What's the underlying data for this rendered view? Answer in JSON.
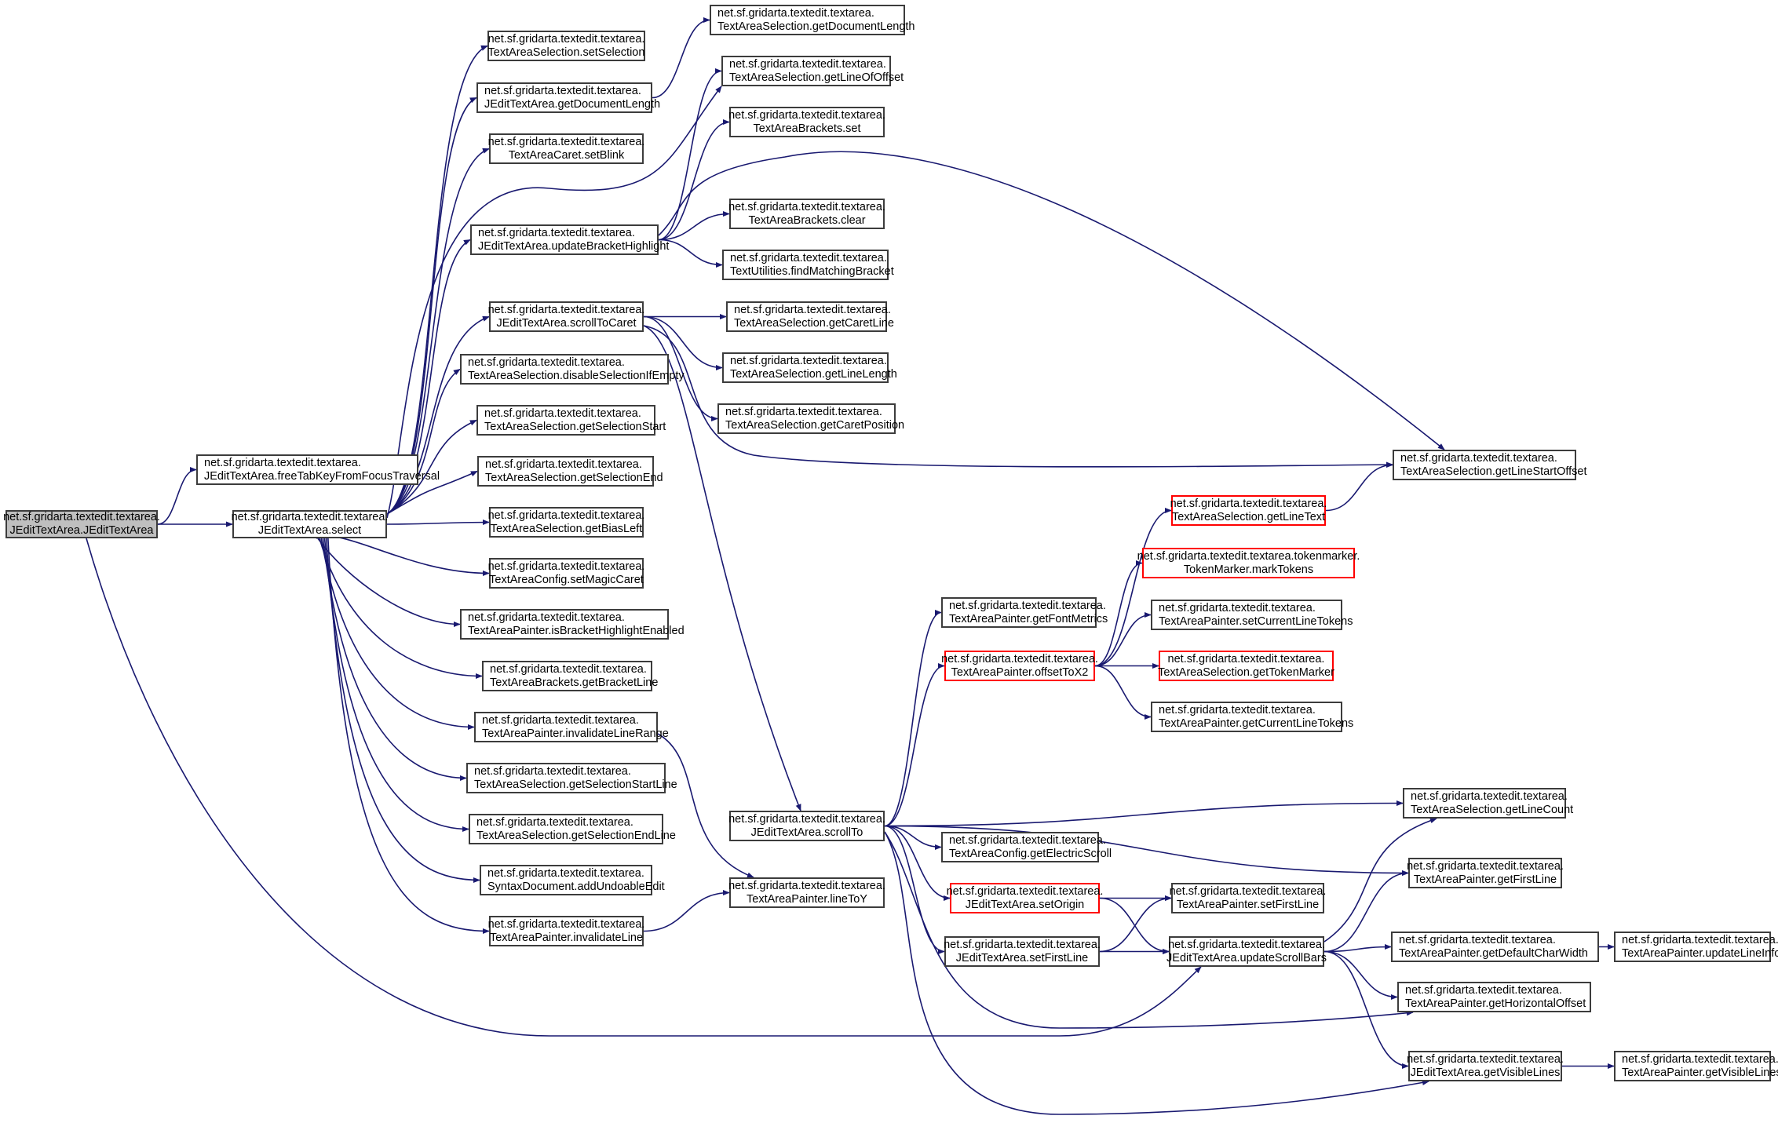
{
  "title": "Call graph of net.sf.gridarta.textedit.textarea.JEditTextArea.JEditTextArea",
  "colors": {
    "edge": "#191970",
    "root_fill": "#bfbfbf",
    "normal_border": "#3c3c3c",
    "truncated_border": "#ff0000"
  },
  "nodes": [
    {
      "id": "root",
      "line1": "net.sf.gridarta.textedit.textarea.",
      "line2": "JEditTextArea.JEditTextArea",
      "style": "root"
    },
    {
      "id": "freeTab",
      "line1": "net.sf.gridarta.textedit.textarea.",
      "line2": "JEditTextArea.freeTabKeyFromFocusTraversal",
      "style": "normal"
    },
    {
      "id": "select",
      "line1": "net.sf.gridarta.textedit.textarea.",
      "line2": "JEditTextArea.select",
      "style": "normal"
    },
    {
      "id": "setSelection",
      "line1": "net.sf.gridarta.textedit.textarea.",
      "line2": "TextAreaSelection.setSelection",
      "style": "normal"
    },
    {
      "id": "jGetDocLen",
      "line1": "net.sf.gridarta.textedit.textarea.",
      "line2": "JEditTextArea.getDocumentLength",
      "style": "normal"
    },
    {
      "id": "setBlink",
      "line1": "net.sf.gridarta.textedit.textarea.",
      "line2": "TextAreaCaret.setBlink",
      "style": "normal"
    },
    {
      "id": "updBracket",
      "line1": "net.sf.gridarta.textedit.textarea.",
      "line2": "JEditTextArea.updateBracketHighlight",
      "style": "normal"
    },
    {
      "id": "scrollToCaret",
      "line1": "net.sf.gridarta.textedit.textarea.",
      "line2": "JEditTextArea.scrollToCaret",
      "style": "normal"
    },
    {
      "id": "disableSel",
      "line1": "net.sf.gridarta.textedit.textarea.",
      "line2": "TextAreaSelection.disableSelectionIfEmpty",
      "style": "normal"
    },
    {
      "id": "getSelStart",
      "line1": "net.sf.gridarta.textedit.textarea.",
      "line2": "TextAreaSelection.getSelectionStart",
      "style": "normal"
    },
    {
      "id": "getSelEnd",
      "line1": "net.sf.gridarta.textedit.textarea.",
      "line2": "TextAreaSelection.getSelectionEnd",
      "style": "normal"
    },
    {
      "id": "getBiasLeft",
      "line1": "net.sf.gridarta.textedit.textarea.",
      "line2": "TextAreaSelection.getBiasLeft",
      "style": "normal"
    },
    {
      "id": "setMagicCaret",
      "line1": "net.sf.gridarta.textedit.textarea.",
      "line2": "TextAreaConfig.setMagicCaret",
      "style": "normal"
    },
    {
      "id": "isBracketHL",
      "line1": "net.sf.gridarta.textedit.textarea.",
      "line2": "TextAreaPainter.isBracketHighlightEnabled",
      "style": "normal"
    },
    {
      "id": "getBracketLine",
      "line1": "net.sf.gridarta.textedit.textarea.",
      "line2": "TextAreaBrackets.getBracketLine",
      "style": "normal"
    },
    {
      "id": "invLineRange",
      "line1": "net.sf.gridarta.textedit.textarea.",
      "line2": "TextAreaPainter.invalidateLineRange",
      "style": "normal"
    },
    {
      "id": "getSelStartLine",
      "line1": "net.sf.gridarta.textedit.textarea.",
      "line2": "TextAreaSelection.getSelectionStartLine",
      "style": "normal"
    },
    {
      "id": "getSelEndLine",
      "line1": "net.sf.gridarta.textedit.textarea.",
      "line2": "TextAreaSelection.getSelectionEndLine",
      "style": "normal"
    },
    {
      "id": "addUndo",
      "line1": "net.sf.gridarta.textedit.textarea.",
      "line2": "SyntaxDocument.addUndoableEdit",
      "style": "normal"
    },
    {
      "id": "invLine",
      "line1": "net.sf.gridarta.textedit.textarea.",
      "line2": "TextAreaPainter.invalidateLine",
      "style": "normal"
    },
    {
      "id": "sGetDocLen",
      "line1": "net.sf.gridarta.textedit.textarea.",
      "line2": "TextAreaSelection.getDocumentLength",
      "style": "normal"
    },
    {
      "id": "getLineOfOffset",
      "line1": "net.sf.gridarta.textedit.textarea.",
      "line2": "TextAreaSelection.getLineOfOffset",
      "style": "normal"
    },
    {
      "id": "bSet",
      "line1": "net.sf.gridarta.textedit.textarea.",
      "line2": "TextAreaBrackets.set",
      "style": "normal"
    },
    {
      "id": "bClear",
      "line1": "net.sf.gridarta.textedit.textarea.",
      "line2": "TextAreaBrackets.clear",
      "style": "normal"
    },
    {
      "id": "findMatch",
      "line1": "net.sf.gridarta.textedit.textarea.",
      "line2": "TextUtilities.findMatchingBracket",
      "style": "normal"
    },
    {
      "id": "getCaretLine",
      "line1": "net.sf.gridarta.textedit.textarea.",
      "line2": "TextAreaSelection.getCaretLine",
      "style": "normal"
    },
    {
      "id": "getLineLength",
      "line1": "net.sf.gridarta.textedit.textarea.",
      "line2": "TextAreaSelection.getLineLength",
      "style": "normal"
    },
    {
      "id": "getCaretPos",
      "line1": "net.sf.gridarta.textedit.textarea.",
      "line2": "TextAreaSelection.getCaretPosition",
      "style": "normal"
    },
    {
      "id": "scrollTo",
      "line1": "net.sf.gridarta.textedit.textarea.",
      "line2": "JEditTextArea.scrollTo",
      "style": "normal"
    },
    {
      "id": "lineToY",
      "line1": "net.sf.gridarta.textedit.textarea.",
      "line2": "TextAreaPainter.lineToY",
      "style": "normal"
    },
    {
      "id": "getFontMetrics",
      "line1": "net.sf.gridarta.textedit.textarea.",
      "line2": "TextAreaPainter.getFontMetrics",
      "style": "normal"
    },
    {
      "id": "offsetToX2",
      "line1": "net.sf.gridarta.textedit.textarea.",
      "line2": "TextAreaPainter.offsetToX2",
      "style": "red"
    },
    {
      "id": "getLineText",
      "line1": "net.sf.gridarta.textedit.textarea.",
      "line2": "TextAreaSelection.getLineText",
      "style": "red"
    },
    {
      "id": "markTokens",
      "line1": "net.sf.gridarta.textedit.textarea.tokenmarker.",
      "line2": "TokenMarker.markTokens",
      "style": "red"
    },
    {
      "id": "setCurTokens",
      "line1": "net.sf.gridarta.textedit.textarea.",
      "line2": "TextAreaPainter.setCurrentLineTokens",
      "style": "normal"
    },
    {
      "id": "getTokenMarker",
      "line1": "net.sf.gridarta.textedit.textarea.",
      "line2": "TextAreaSelection.getTokenMarker",
      "style": "red"
    },
    {
      "id": "getCurTokens",
      "line1": "net.sf.gridarta.textedit.textarea.",
      "line2": "TextAreaPainter.getCurrentLineTokens",
      "style": "normal"
    },
    {
      "id": "getLineStartOffset",
      "line1": "net.sf.gridarta.textedit.textarea.",
      "line2": "TextAreaSelection.getLineStartOffset",
      "style": "normal"
    },
    {
      "id": "getElectric",
      "line1": "net.sf.gridarta.textedit.textarea.",
      "line2": "TextAreaConfig.getElectricScroll",
      "style": "normal"
    },
    {
      "id": "setOrigin",
      "line1": "net.sf.gridarta.textedit.textarea.",
      "line2": "JEditTextArea.setOrigin",
      "style": "red"
    },
    {
      "id": "jSetFirstLine",
      "line1": "net.sf.gridarta.textedit.textarea.",
      "line2": "JEditTextArea.setFirstLine",
      "style": "normal"
    },
    {
      "id": "pSetFirstLine",
      "line1": "net.sf.gridarta.textedit.textarea.",
      "line2": "TextAreaPainter.setFirstLine",
      "style": "normal"
    },
    {
      "id": "updScrollBars",
      "line1": "net.sf.gridarta.textedit.textarea.",
      "line2": "JEditTextArea.updateScrollBars",
      "style": "normal"
    },
    {
      "id": "getLineCount",
      "line1": "net.sf.gridarta.textedit.textarea.",
      "line2": "TextAreaSelection.getLineCount",
      "style": "normal"
    },
    {
      "id": "pGetFirstLine",
      "line1": "net.sf.gridarta.textedit.textarea.",
      "line2": "TextAreaPainter.getFirstLine",
      "style": "normal"
    },
    {
      "id": "getDefCharW",
      "line1": "net.sf.gridarta.textedit.textarea.",
      "line2": "TextAreaPainter.getDefaultCharWidth",
      "style": "normal"
    },
    {
      "id": "getHorizOff",
      "line1": "net.sf.gridarta.textedit.textarea.",
      "line2": "TextAreaPainter.getHorizontalOffset",
      "style": "normal"
    },
    {
      "id": "jGetVisLines",
      "line1": "net.sf.gridarta.textedit.textarea.",
      "line2": "JEditTextArea.getVisibleLines",
      "style": "normal"
    },
    {
      "id": "updLineInfo",
      "line1": "net.sf.gridarta.textedit.textarea.",
      "line2": "TextAreaPainter.updateLineInfo",
      "style": "normal"
    },
    {
      "id": "pGetVisLines",
      "line1": "net.sf.gridarta.textedit.textarea.",
      "line2": "TextAreaPainter.getVisibleLines",
      "style": "normal"
    }
  ],
  "edges": [
    [
      "root",
      "freeTab"
    ],
    [
      "root",
      "select"
    ],
    [
      "root",
      "updScrollBars"
    ],
    [
      "select",
      "setSelection"
    ],
    [
      "select",
      "jGetDocLen"
    ],
    [
      "select",
      "setBlink"
    ],
    [
      "select",
      "getLineOfOffset"
    ],
    [
      "select",
      "updBracket"
    ],
    [
      "select",
      "scrollToCaret"
    ],
    [
      "select",
      "disableSel"
    ],
    [
      "select",
      "getSelStart"
    ],
    [
      "select",
      "getSelEnd"
    ],
    [
      "select",
      "getBiasLeft"
    ],
    [
      "select",
      "setMagicCaret"
    ],
    [
      "select",
      "isBracketHL"
    ],
    [
      "select",
      "getBracketLine"
    ],
    [
      "select",
      "invLineRange"
    ],
    [
      "select",
      "getSelStartLine"
    ],
    [
      "select",
      "getSelEndLine"
    ],
    [
      "select",
      "addUndo"
    ],
    [
      "select",
      "invLine"
    ],
    [
      "jGetDocLen",
      "sGetDocLen"
    ],
    [
      "updBracket",
      "getLineOfOffset"
    ],
    [
      "updBracket",
      "bSet"
    ],
    [
      "updBracket",
      "bClear"
    ],
    [
      "updBracket",
      "findMatch"
    ],
    [
      "updBracket",
      "getLineStartOffset"
    ],
    [
      "scrollToCaret",
      "getCaretLine"
    ],
    [
      "scrollToCaret",
      "getLineLength"
    ],
    [
      "scrollToCaret",
      "getCaretPos"
    ],
    [
      "scrollToCaret",
      "getLineStartOffset"
    ],
    [
      "scrollToCaret",
      "scrollTo"
    ],
    [
      "invLineRange",
      "lineToY"
    ],
    [
      "invLine",
      "lineToY"
    ],
    [
      "scrollTo",
      "getFontMetrics"
    ],
    [
      "scrollTo",
      "offsetToX2"
    ],
    [
      "scrollTo",
      "getLineCount"
    ],
    [
      "scrollTo",
      "pGetFirstLine"
    ],
    [
      "scrollTo",
      "getElectric"
    ],
    [
      "scrollTo",
      "setOrigin"
    ],
    [
      "scrollTo",
      "jSetFirstLine"
    ],
    [
      "scrollTo",
      "getHorizOff"
    ],
    [
      "scrollTo",
      "jGetVisLines"
    ],
    [
      "offsetToX2",
      "getLineText"
    ],
    [
      "offsetToX2",
      "markTokens"
    ],
    [
      "offsetToX2",
      "setCurTokens"
    ],
    [
      "offsetToX2",
      "getTokenMarker"
    ],
    [
      "offsetToX2",
      "getCurTokens"
    ],
    [
      "getLineText",
      "getLineStartOffset"
    ],
    [
      "setOrigin",
      "pSetFirstLine"
    ],
    [
      "setOrigin",
      "updScrollBars"
    ],
    [
      "jSetFirstLine",
      "pSetFirstLine"
    ],
    [
      "jSetFirstLine",
      "updScrollBars"
    ],
    [
      "updScrollBars",
      "getLineCount"
    ],
    [
      "updScrollBars",
      "pGetFirstLine"
    ],
    [
      "updScrollBars",
      "getDefCharW"
    ],
    [
      "updScrollBars",
      "getHorizOff"
    ],
    [
      "updScrollBars",
      "jGetVisLines"
    ],
    [
      "getDefCharW",
      "updLineInfo"
    ],
    [
      "jGetVisLines",
      "pGetVisLines"
    ]
  ]
}
